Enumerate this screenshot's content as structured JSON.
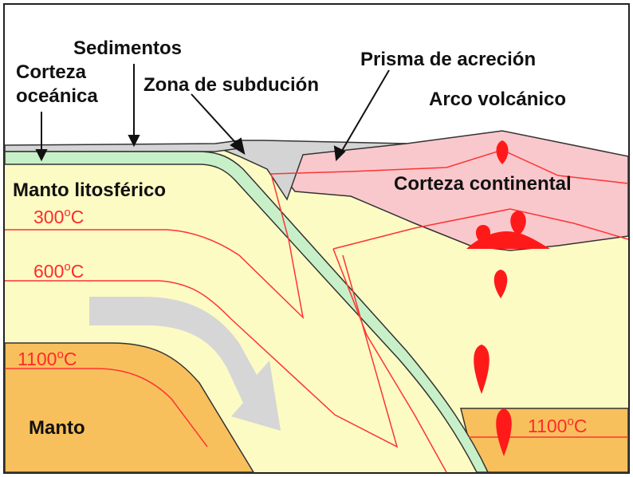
{
  "labels": {
    "sedimentos": "Sedimentos",
    "corteza_oceanica_1": "Corteza",
    "corteza_oceanica_2": "oceánica",
    "zona_subducion": "Zona de subdución",
    "prisma_acrecion": "Prisma de acreción",
    "arco_volcanico": "Arco volcánico",
    "corteza_continental": "Corteza continental",
    "manto_litosferico": "Manto litosférico",
    "manto": "Manto"
  },
  "isotherms": {
    "t300": {
      "value": "300",
      "unit": "C",
      "sup": "o"
    },
    "t600": {
      "value": "600",
      "unit": "C",
      "sup": "o"
    },
    "t1100_left": {
      "value": "1100",
      "unit": "C",
      "sup": "o"
    },
    "t1100_right": {
      "value": "1100",
      "unit": "C",
      "sup": "o"
    }
  },
  "colors": {
    "mantle_lithosphere": "#fcfbc4",
    "mantle": "#f8c05c",
    "oceanic_crust": "#c8f0c8",
    "sediments": "#d4d4d4",
    "continental_crust": "#f9c8cc",
    "magma": "#ff1a1a",
    "isotherm": "#ff3333",
    "flow_arrow": "#d6d6d6",
    "outline": "#222222"
  }
}
